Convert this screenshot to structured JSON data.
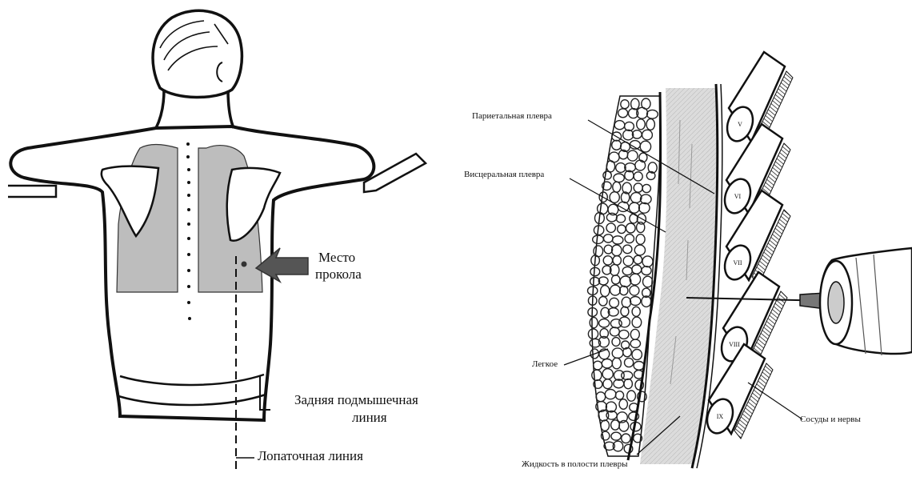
{
  "left_figure": {
    "labels": {
      "puncture_site_line1": "Место",
      "puncture_site_line2": "прокола",
      "posterior_axillary_line1": "Задняя подмышечная",
      "posterior_axillary_line2": "линия",
      "scapular_line": "Лопаточная линия"
    }
  },
  "right_figure": {
    "labels": {
      "parietal_pleura": "Париетальная плевра",
      "visceral_pleura": "Висцеральная плевра",
      "lung": "Легкое",
      "vessels_nerves": "Сосуды и нервы",
      "pleural_fluid": "Жидкость в полости плевры"
    },
    "ribs": [
      "V",
      "VI",
      "VII",
      "VIII",
      "IX"
    ]
  },
  "colors": {
    "ink": "#111111",
    "lung_fill": "#bdbdbd",
    "arrow_fill": "#555555",
    "fluid_fill": "#d6d6d6"
  }
}
